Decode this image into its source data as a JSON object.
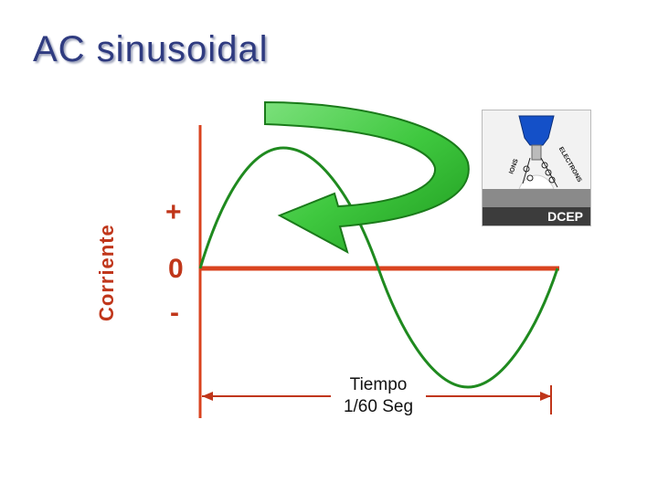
{
  "title": "AC sinusoidal",
  "axis": {
    "y_label": "Corriente",
    "plus": "+",
    "zero": "0",
    "minus": "-",
    "time_label_line1": "Tiempo",
    "time_label_line2": "1/60 Seg"
  },
  "inset": {
    "label": "DCEP",
    "ions": "IONS",
    "electrons": "ELECTRONS"
  },
  "colors": {
    "title": "#2f3b80",
    "axis": "#d9431f",
    "wave": "#1f8a1f",
    "arrow_fill": "#3fc83f",
    "electrode": "#1450c8"
  }
}
